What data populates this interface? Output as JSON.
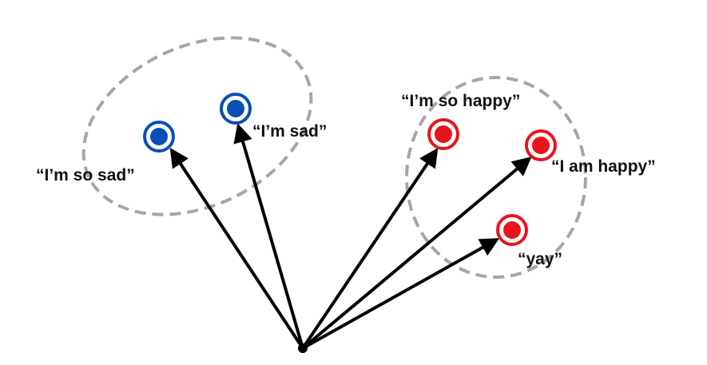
{
  "title": "Word vectors embedding sentiment clusters",
  "colors": {
    "negative": "#0a4fb5",
    "positive": "#e8141b",
    "cluster": "#a6a6a6",
    "arrow": "#000000"
  },
  "negative_cluster": {
    "points": [
      {
        "label": "“I’m so sad”"
      },
      {
        "label": "“I’m sad”"
      }
    ]
  },
  "positive_cluster": {
    "points": [
      {
        "label": "“I’m so happy”"
      },
      {
        "label": "“I am happy”"
      },
      {
        "label": "“yay”"
      }
    ]
  }
}
